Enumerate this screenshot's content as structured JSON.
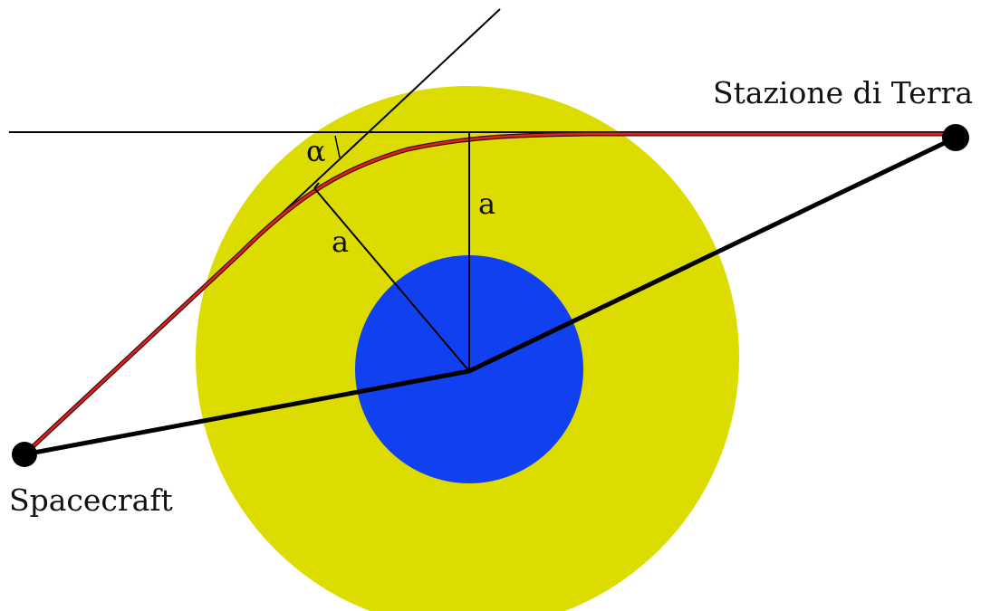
{
  "labels": {
    "station": "Stazione di Terra",
    "spacecraft": "Spacecraft",
    "alpha": "α",
    "height_vertical": "a",
    "height_diagonal": "a"
  },
  "colors": {
    "atmosphere": "#dcdc00",
    "planet": "#1040f0",
    "signal_path": "#d42020",
    "lines": "#000000",
    "background": "#ffffff"
  }
}
